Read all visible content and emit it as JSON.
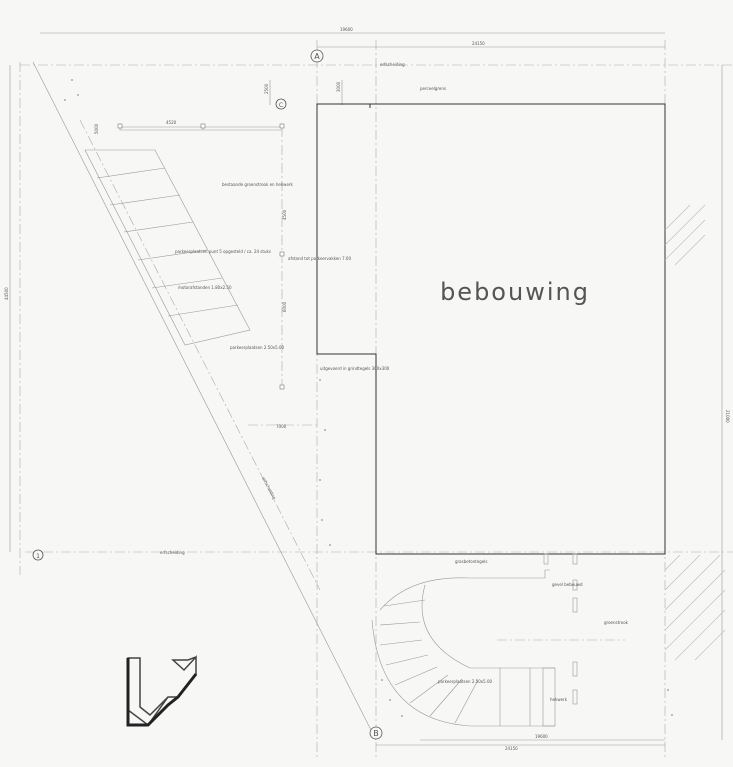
{
  "labels": {
    "building": "bebouwing",
    "axis_a": "A",
    "axis_b": "B",
    "axis_c": "C",
    "axis_1": "1",
    "erfafscheiding_top": "erfscheiding",
    "erfafscheiding_bottom": "erfscheiding",
    "erfafscheiding_diag": "erfscheiding",
    "perceelgrens": "perceelgrens",
    "fietsparkeren_note": "parkeerplaatsen punt 5 opgesteld / ca. 24 stuks",
    "bestaande_note": "bestaande groenstrook en hekwerk",
    "parkeerplaats_dims": "parkeerplaatsen 2.50x5.00",
    "motorafstand": "motorafstanden 1.80x2.50",
    "afstand_parkeer": "afstand tot parkeervakken 7.00",
    "opvang": "uitgevoerd in grindtegels 300x300",
    "pad_note": "grasbetontegels",
    "gevel_note": "gevel bebouwd",
    "groen_note": "groenstrook",
    "fiets_note": "parkeerplaatsen 2.50x5.00",
    "hekwerk": "hekwerk",
    "dim_top": "19600",
    "dim_top2": "24150",
    "dim_left": "44500",
    "dim_right": "21000",
    "dim_bottom": "24150",
    "dim_bottom2": "19600",
    "dim_4520": "4520",
    "dim_6000": "6000",
    "dim_7000": "7000",
    "dim_3000": "3000",
    "dim_2500": "2500",
    "dim_4500": "4500",
    "dim_5000": "5000"
  },
  "icons": {
    "north_arrow": "north-arrow-icon"
  }
}
